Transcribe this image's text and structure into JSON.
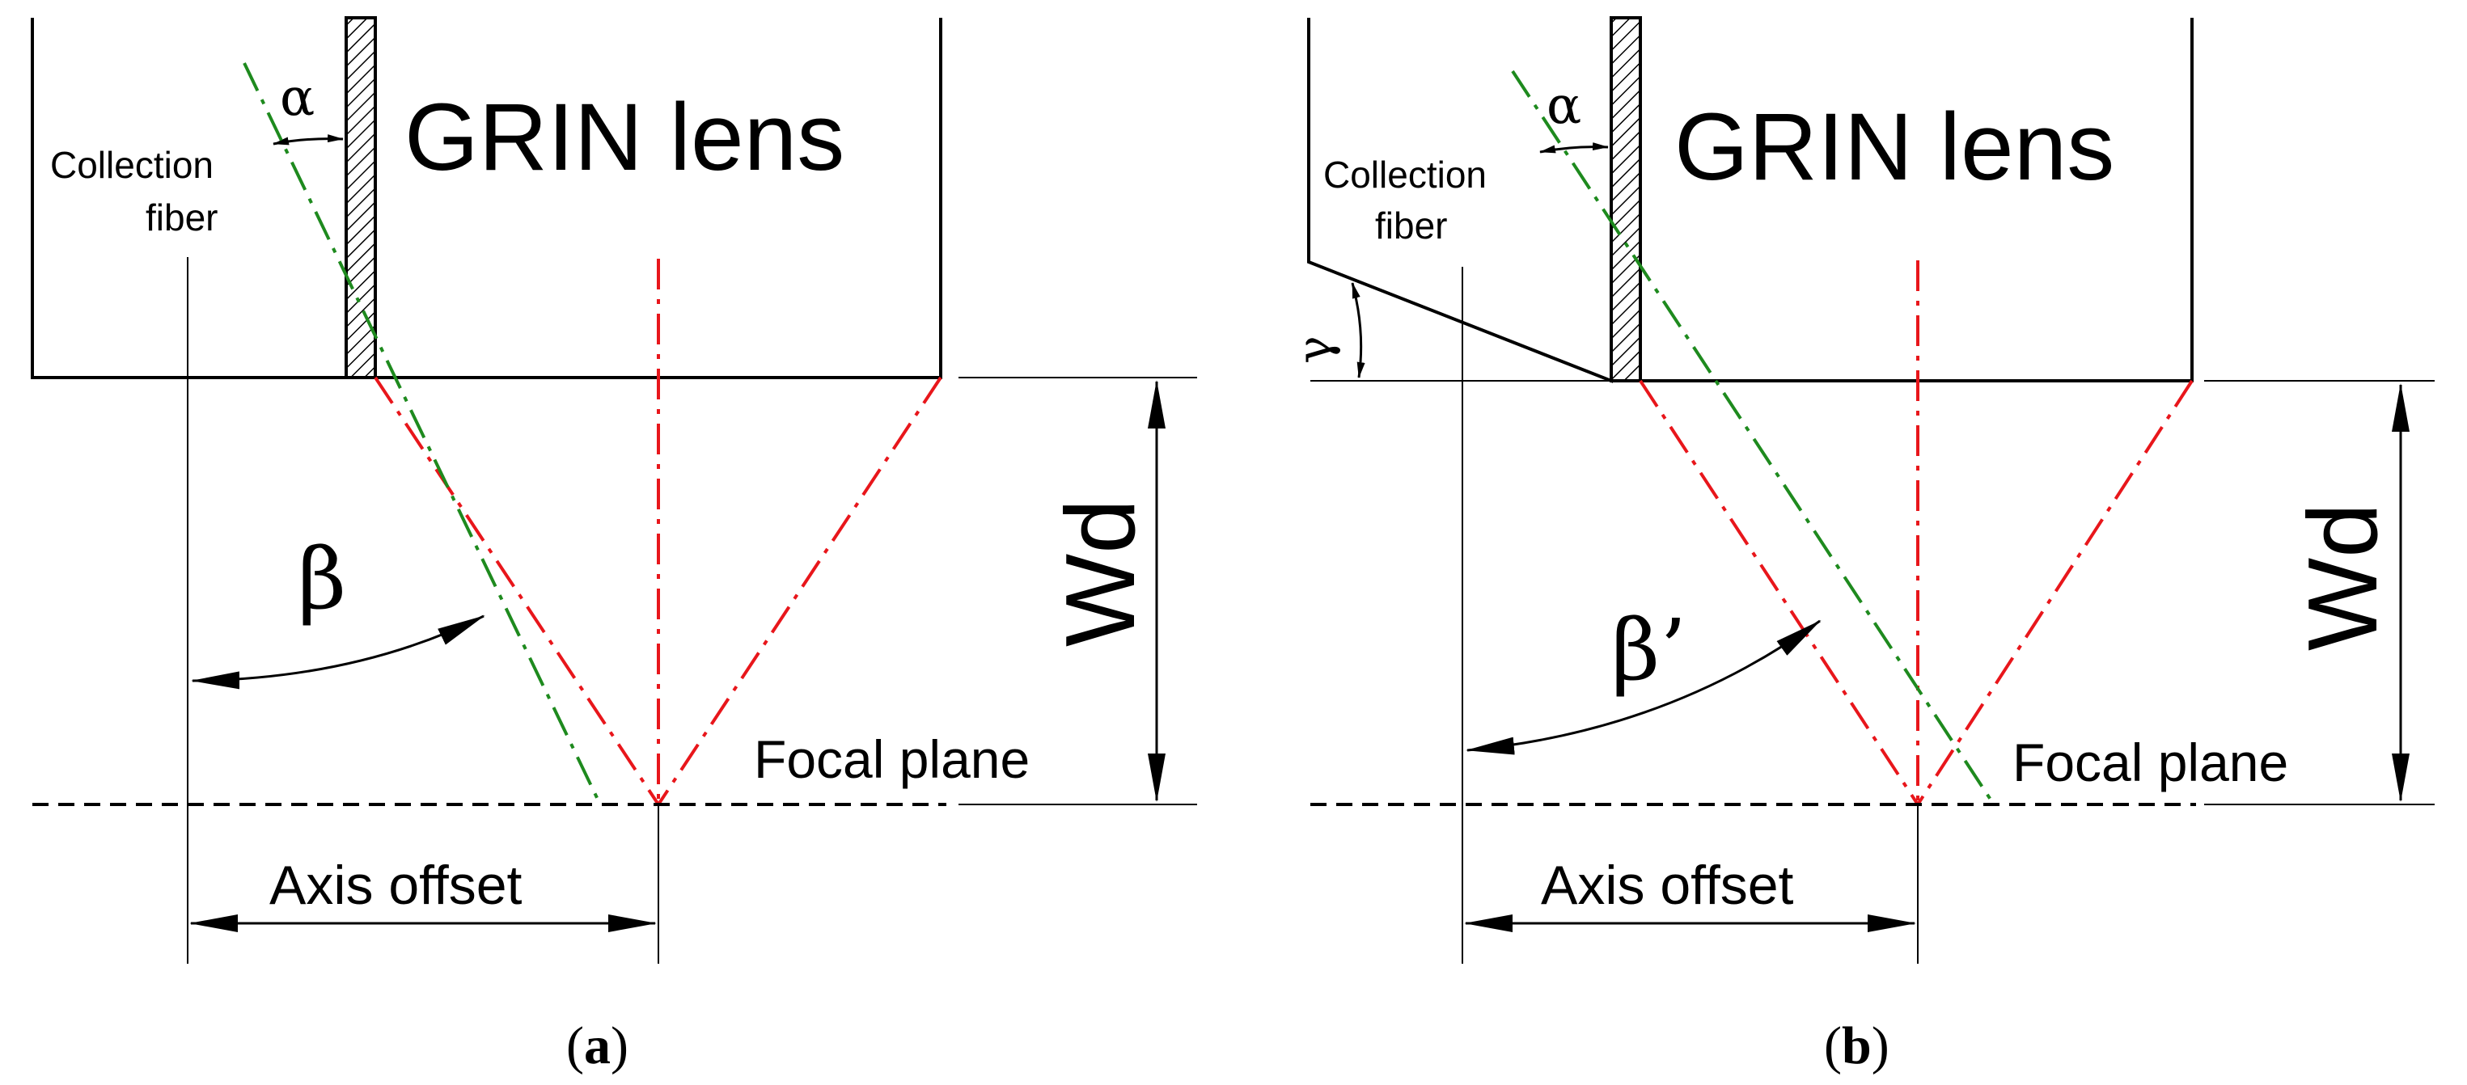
{
  "panels": [
    {
      "id": "a",
      "lens_label": "GRIN lens",
      "fiber_label_line1": "Collection",
      "fiber_label_line2": "fiber",
      "alpha_symbol": "α",
      "beta_symbol": "β",
      "wd_label": "Wd",
      "focal_plane_label": "Focal plane",
      "axis_offset_label": "Axis offset",
      "caption_open": "(",
      "caption_letter": "a",
      "caption_close": ")"
    },
    {
      "id": "b",
      "lens_label": "GRIN lens",
      "fiber_label_line1": "Collection",
      "fiber_label_line2": "fiber",
      "alpha_symbol": "α",
      "beta_symbol": "β’",
      "gamma_symbol": "γ",
      "wd_label": "Wd",
      "focal_plane_label": "Focal plane",
      "axis_offset_label": "Axis offset",
      "caption_open": "(",
      "caption_letter": "b",
      "caption_close": ")"
    }
  ],
  "colors": {
    "outline": "#000000",
    "optical_axis": "#e8161b",
    "collection_ray": "#1e8a1e"
  }
}
